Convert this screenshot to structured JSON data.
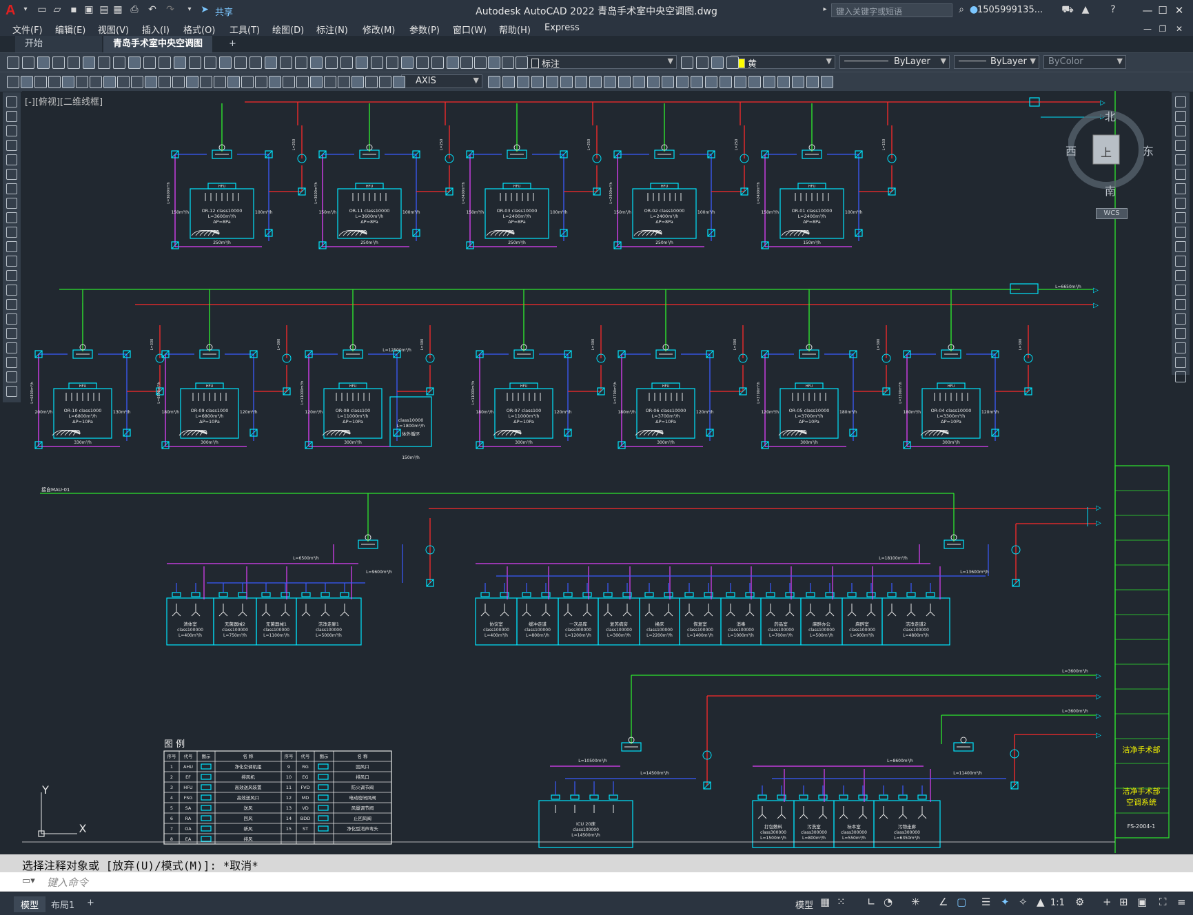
{
  "app": {
    "title": "Autodesk AutoCAD 2022    青岛手术室中央空调图.dwg",
    "share_label": "共享",
    "search_placeholder": "键入关键字或短语",
    "user_name": "1505999135..."
  },
  "menu": [
    "文件(F)",
    "编辑(E)",
    "视图(V)",
    "插入(I)",
    "格式(O)",
    "工具(T)",
    "绘图(D)",
    "标注(N)",
    "修改(M)",
    "参数(P)",
    "窗口(W)",
    "帮助(H)",
    "Express"
  ],
  "tabs": {
    "start": "开始",
    "active": "青岛手术室中央空调图*",
    "add": "+"
  },
  "toolbar": {
    "layer_name": "标注",
    "color_name": "黄",
    "linetype": "ByLayer",
    "lineweight": "ByLayer",
    "plotstyle": "ByColor",
    "dimstyle": "AXIS"
  },
  "viewport_label": "[-][俯视][二维线框]",
  "viewcube": {
    "north": "北",
    "south": "南",
    "east": "东",
    "west": "西",
    "face": "上",
    "wcs": "WCS"
  },
  "command": {
    "history": "选择注释对象或 [放弃(U)/模式(M)]: *取消*",
    "placeholder": "键入命令"
  },
  "status": {
    "model_tab": "模型",
    "layout_tab": "布局1",
    "model_label": "模型",
    "scale": "1:1"
  },
  "drawing": {
    "row1": [
      {
        "name": "OR-12 class10000",
        "flow": "L=3600m³/h",
        "pressure": "ΔP=8Pa",
        "left": "150m³/h",
        "right": "100m³/h",
        "bottom": "250m³/h"
      },
      {
        "name": "OR-11 class10000",
        "flow": "L=3600m³/h",
        "pressure": "ΔP=8Pa",
        "left": "150m³/h",
        "right": "100m³/h",
        "bottom": "250m³/h"
      },
      {
        "name": "OR-03 class10000",
        "flow": "L=2400m³/h",
        "pressure": "ΔP=8Pa",
        "left": "150m³/h",
        "right": "100m³/h",
        "bottom": "250m³/h"
      },
      {
        "name": "OR-02 class10000",
        "flow": "L=2400m³/h",
        "pressure": "ΔP=8Pa",
        "left": "150m³/h",
        "right": "100m³/h",
        "bottom": "250m³/h"
      },
      {
        "name": "OR-01 class10000",
        "flow": "L=2400m³/h",
        "pressure": "ΔP=8Pa",
        "left": "150m³/h",
        "right": "100m³/h",
        "bottom": "150m³/h"
      }
    ],
    "row2": [
      {
        "name": "OR-10 class1000",
        "flow": "L=6800m³/h",
        "pressure": "ΔP=10Pa",
        "left": "200m³/h",
        "right": "130m³/h",
        "bottom": "330m³/h"
      },
      {
        "name": "OR-09 class1000",
        "flow": "L=6800m³/h",
        "pressure": "ΔP=10Pa",
        "left": "180m³/h",
        "right": "120m³/h",
        "bottom": "300m³/h"
      },
      {
        "name": "OR-08 class100",
        "flow": "L=11000m³/h",
        "pressure": "ΔP=10Pa",
        "left": "120m³/h",
        "right": "",
        "bottom": "300m³/h"
      },
      {
        "name": "OR-07 class100",
        "flow": "L=11000m³/h",
        "pressure": "ΔP=10Pa",
        "left": "180m³/h",
        "right": "120m³/h",
        "bottom": "300m³/h"
      },
      {
        "name": "OR-06 class10000",
        "flow": "L=3700m³/h",
        "pressure": "ΔP=10Pa",
        "left": "180m³/h",
        "right": "120m³/h",
        "bottom": "300m³/h"
      },
      {
        "name": "OR-05 class10000",
        "flow": "L=3700m³/h",
        "pressure": "ΔP=10Pa",
        "left": "120m³/h",
        "right": "180m³/h",
        "bottom": "300m³/h"
      },
      {
        "name": "OR-04 class10000",
        "flow": "L=3300m³/h",
        "pressure": "ΔP=10Pa",
        "left": "180m³/h",
        "right": "120m³/h",
        "bottom": "300m³/h"
      }
    ],
    "extra_box": {
      "name": "class10000",
      "flow": "L=1800m³/h",
      "note": "体外循环",
      "bottom": "150m³/h"
    },
    "row3_label": "接自MAU-01",
    "row3_left": [
      {
        "name": "清体室",
        "cls": "class100000",
        "flow": "L=400m³/h"
      },
      {
        "name": "无菌器械2",
        "cls": "class100000",
        "flow": "L=750m³/h"
      },
      {
        "name": "无菌器械1",
        "cls": "class100000",
        "flow": "L=1100m³/h"
      },
      {
        "name": "洁净走廊1",
        "cls": "class100000",
        "flow": "L=5000m³/h"
      }
    ],
    "row3_right": [
      {
        "name": "协议室",
        "cls": "class100000",
        "flow": "L=400m³/h"
      },
      {
        "name": "缓冲走道",
        "cls": "class100000",
        "flow": "L=800m³/h"
      },
      {
        "name": "一次品库",
        "cls": "class300000",
        "flow": "L=1200m³/h"
      },
      {
        "name": "复苏病房",
        "cls": "class100000",
        "flow": "L=300m³/h"
      },
      {
        "name": "换床",
        "cls": "class100000",
        "flow": "L=2200m³/h"
      },
      {
        "name": "恢复室",
        "cls": "class100000",
        "flow": "L=1400m³/h"
      },
      {
        "name": "消毒",
        "cls": "class100000",
        "flow": "L=1000m³/h"
      },
      {
        "name": "药品室",
        "cls": "class100000",
        "flow": "L=700m³/h"
      },
      {
        "name": "麻醉办公",
        "cls": "class100000",
        "flow": "L=500m³/h"
      },
      {
        "name": "麻醉室",
        "cls": "class100000",
        "flow": "L=900m³/h"
      },
      {
        "name": "洁净走道2",
        "cls": "class100000",
        "flow": "L=4800m³/h"
      }
    ],
    "row4_left": {
      "name": "ICU 20床",
      "cls": "class100000",
      "flow": "L=14500m³/h"
    },
    "row4_right": [
      {
        "name": "打包敷料",
        "cls": "class300000",
        "flow": "L=1500m³/h"
      },
      {
        "name": "污洗室",
        "cls": "class300000",
        "flow": "L=800m³/h"
      },
      {
        "name": "标本室",
        "cls": "class300000",
        "flow": "L=550m³/h"
      },
      {
        "name": "污物走廊",
        "cls": "class300000",
        "flow": "L=6350m³/h"
      }
    ],
    "flow_labels": {
      "r1_top": "L=6650m³/h",
      "r3_l1": "L=6500m³/h",
      "r3_l2": "L=9600m³/h",
      "r3_r1": "L=18100m³/h",
      "r3_r2": "L=13600m³/h",
      "r4_l1": "L=10500m³/h",
      "r4_l2": "L=14500m³/h",
      "r4_r1": "L=8600m³/h",
      "r4_r2": "L=11400m³/h",
      "r4_top1": "L=3600m³/h",
      "r4_top2": "L=3600m³/h",
      "r2_mid": "L=12500m³/h"
    }
  },
  "legend": {
    "title": "图 例",
    "headers": [
      "序号",
      "代号",
      "图示",
      "名  称",
      "序号",
      "代号",
      "图示",
      "名  称"
    ],
    "rows": [
      [
        "1",
        "AHU",
        "",
        "净化空调机组",
        "9",
        "RG",
        "",
        "回风口"
      ],
      [
        "2",
        "EF",
        "",
        "排风机",
        "10",
        "EG",
        "",
        "排风口"
      ],
      [
        "3",
        "HFU",
        "",
        "高效送风装置",
        "11",
        "FVD",
        "",
        "防火调节阀"
      ],
      [
        "4",
        "FSG",
        "",
        "高效送风口",
        "12",
        "MD",
        "",
        "电动密闭风阀"
      ],
      [
        "5",
        "SA",
        "",
        "送风",
        "13",
        "VD",
        "",
        "风量调节阀"
      ],
      [
        "6",
        "RA",
        "",
        "回风",
        "14",
        "BDD",
        "",
        "止回风阀"
      ],
      [
        "7",
        "OA",
        "",
        "新风",
        "15",
        "ST",
        "",
        "净化型消声弯头"
      ],
      [
        "8",
        "EA",
        "",
        "排风",
        "",
        "",
        "",
        ""
      ]
    ]
  },
  "title_block": {
    "project": "洁净手术部",
    "drawing": "洁净手术部空调系统",
    "number": "FS-2004-1"
  }
}
